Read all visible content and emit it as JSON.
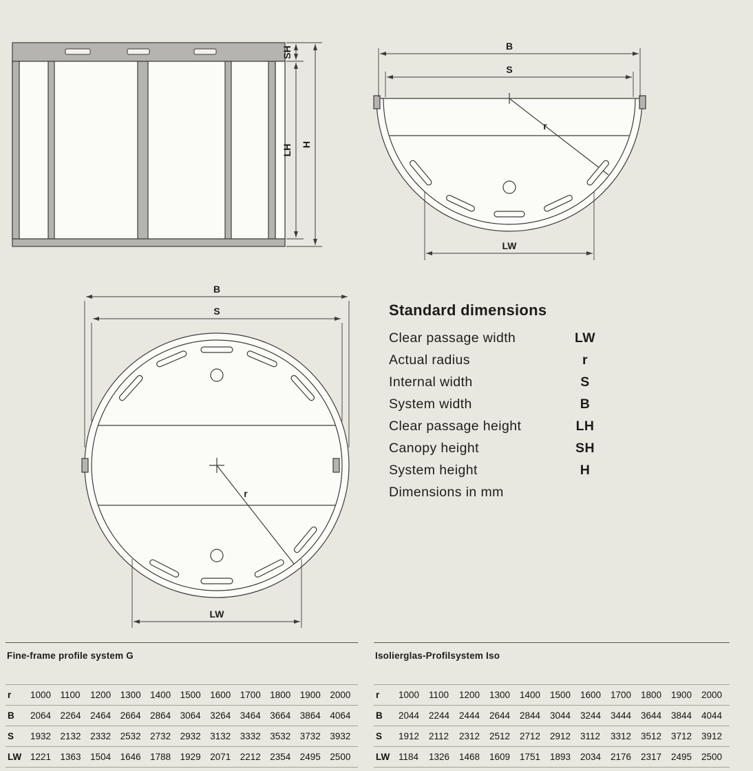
{
  "colors": {
    "background": "#e9e8e0",
    "line": "#3c3c3c",
    "drawing_fill": "#fbfbf7",
    "profile_gray": "#b5b4b0"
  },
  "elevation": {
    "labels": {
      "sh": "SH",
      "lh": "LH",
      "h": "H"
    }
  },
  "semicircle_plan": {
    "labels": {
      "b": "B",
      "s": "S",
      "r": "r",
      "lw": "LW"
    }
  },
  "circle_plan": {
    "labels": {
      "b": "B",
      "s": "S",
      "r": "r",
      "lw": "LW"
    }
  },
  "legend": {
    "title": "Standard dimensions",
    "rows": [
      {
        "label": "Clear passage width",
        "symbol": "LW"
      },
      {
        "label": "Actual radius",
        "symbol": "r"
      },
      {
        "label": "Internal width",
        "symbol": "S"
      },
      {
        "label": "System width",
        "symbol": "B"
      },
      {
        "label": "Clear passage height",
        "symbol": "LH"
      },
      {
        "label": "Canopy height",
        "symbol": "SH"
      },
      {
        "label": "System height",
        "symbol": "H"
      }
    ],
    "note": "Dimensions in mm"
  },
  "tables": [
    {
      "title": "Fine-frame profile system G",
      "rows": [
        {
          "label": "r",
          "values": [
            1000,
            1100,
            1200,
            1300,
            1400,
            1500,
            1600,
            1700,
            1800,
            1900,
            2000
          ]
        },
        {
          "label": "B",
          "values": [
            2064,
            2264,
            2464,
            2664,
            2864,
            3064,
            3264,
            3464,
            3664,
            3864,
            4064
          ]
        },
        {
          "label": "S",
          "values": [
            1932,
            2132,
            2332,
            2532,
            2732,
            2932,
            3132,
            3332,
            3532,
            3732,
            3932
          ]
        },
        {
          "label": "LW",
          "values": [
            1221,
            1363,
            1504,
            1646,
            1788,
            1929,
            2071,
            2212,
            2354,
            2495,
            2500
          ]
        }
      ]
    },
    {
      "title": "Isolierglas-Profilsystem Iso",
      "rows": [
        {
          "label": "r",
          "values": [
            1000,
            1100,
            1200,
            1300,
            1400,
            1500,
            1600,
            1700,
            1800,
            1900,
            2000
          ]
        },
        {
          "label": "B",
          "values": [
            2044,
            2244,
            2444,
            2644,
            2844,
            3044,
            3244,
            3444,
            3644,
            3844,
            4044
          ]
        },
        {
          "label": "S",
          "values": [
            1912,
            2112,
            2312,
            2512,
            2712,
            2912,
            3112,
            3312,
            3512,
            3712,
            3912
          ]
        },
        {
          "label": "LW",
          "values": [
            1184,
            1326,
            1468,
            1609,
            1751,
            1893,
            2034,
            2176,
            2317,
            2495,
            2500
          ]
        }
      ]
    }
  ]
}
